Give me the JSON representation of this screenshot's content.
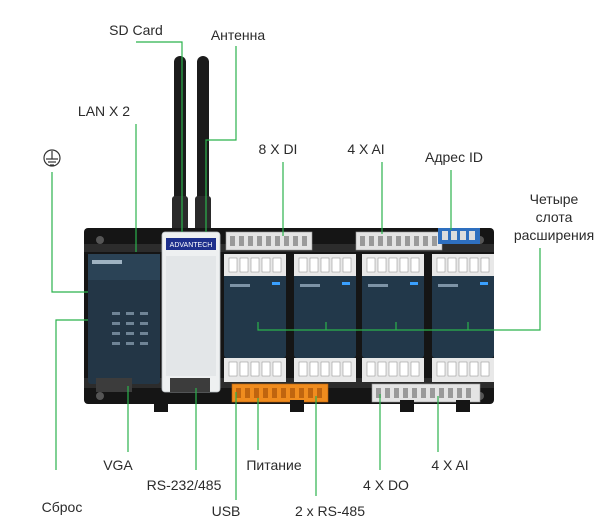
{
  "image": {
    "subject": "DIN-rail modular controller",
    "brand_text": "ADVANTECH"
  },
  "labels": {
    "sd_card": "SD Card",
    "antenna": "Антенна",
    "lan": "LAN X 2",
    "di": "8 X DI",
    "ai_top": "4 X AI",
    "address_id": "Адрес ID",
    "expansion_1": "Четыре",
    "expansion_2": "слота",
    "expansion_3": "расширения",
    "vga": "VGA",
    "power": "Питание",
    "ai_bottom": "4 X AI",
    "rs232_485": "RS-232/485",
    "do": "4 X DO",
    "reset": "Сброс",
    "usb": "USB",
    "rs485": "2 x RS-485"
  },
  "colors": {
    "leader_line": "#2bb24c",
    "module_body": "#1f3040",
    "frame": "#1a1a1a",
    "terminal": "#e6e6e6",
    "power_terminal": "#f08c1e"
  }
}
